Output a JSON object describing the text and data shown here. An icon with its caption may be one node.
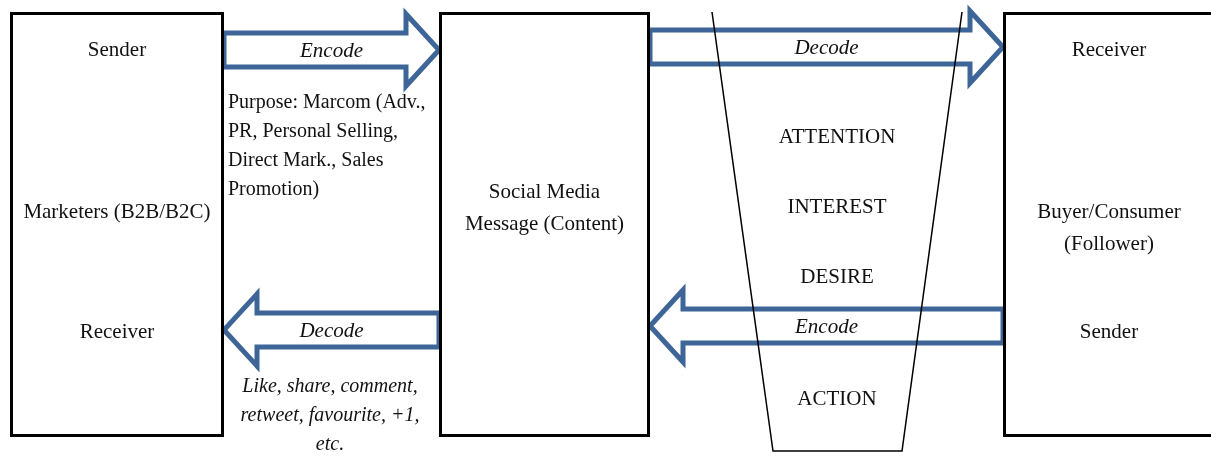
{
  "diagram": {
    "nodes": [
      {
        "text": [
          "Sender",
          "Marketers (B2B/B2C)",
          "Receiver"
        ]
      },
      {
        "text": [
          "Social Media Message (Content)"
        ]
      },
      {
        "text": [
          "ATTENTION",
          "INTEREST",
          "DESIRE",
          "ACTION"
        ]
      },
      {
        "text": [
          "Receiver",
          "Buyer/Consumer (Follower)",
          "Sender"
        ]
      }
    ],
    "edges": [
      {
        "from": 0,
        "to": 1,
        "arrow": "to",
        "label": "Encode"
      },
      {
        "from": 1,
        "to": 0,
        "arrow": "to",
        "label": "Decode"
      },
      {
        "from": 1,
        "to": 3,
        "arrow": "to",
        "label": "Decode"
      },
      {
        "from": 3,
        "to": 1,
        "arrow": "to",
        "label": "Encode"
      }
    ],
    "labels": [
      "Purpose: Marcom (Adv., PR, Personal Selling, Direct Mark., Sales Promotion)",
      "Like, share, comment, retweet, favourite, +1, etc."
    ]
  }
}
